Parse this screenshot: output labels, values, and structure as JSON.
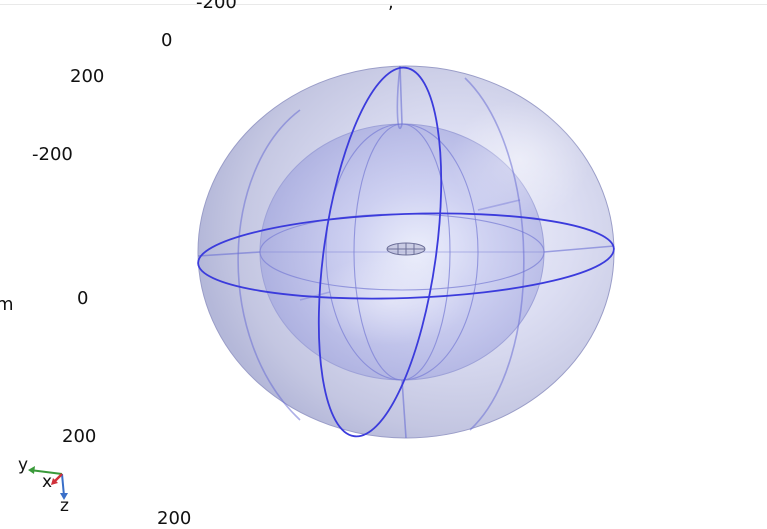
{
  "tick_labels": {
    "top_partial": "-200",
    "top_comma": ",",
    "z_zero_top": "0",
    "label_200_upper": "200",
    "label_neg200_left": "-200",
    "unit_fragment": "m",
    "label_0_mid": "0",
    "label_200_lower": "200",
    "label_200_bottom": "200"
  },
  "triad": {
    "y_label": "y",
    "x_label": "x",
    "z_label": "z",
    "y_color": "#3a9a3a",
    "x_color": "#d0303a",
    "z_color": "#3a6fc8"
  },
  "scene": {
    "outer_sphere_color": "#c9cbe8",
    "inner_sphere_color": "#aeb2e6",
    "edge_color": "#3a3ad8"
  }
}
